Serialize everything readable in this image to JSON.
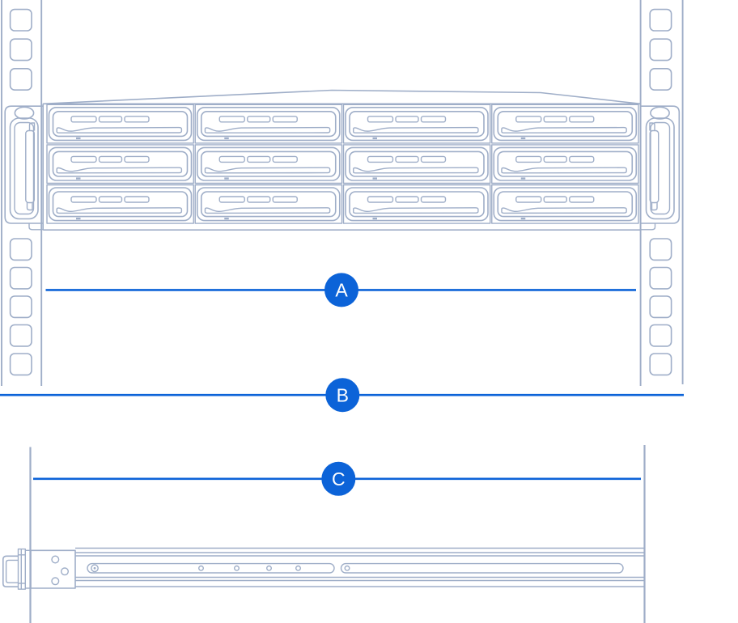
{
  "figure": {
    "callouts": [
      {
        "label": "A"
      },
      {
        "label": "B"
      },
      {
        "label": "C"
      }
    ],
    "colors": {
      "outline": "#9FAEC8",
      "accent": "#0C63D8",
      "callout_text": "#FFFFFF",
      "background": "#FFFFFF"
    }
  }
}
